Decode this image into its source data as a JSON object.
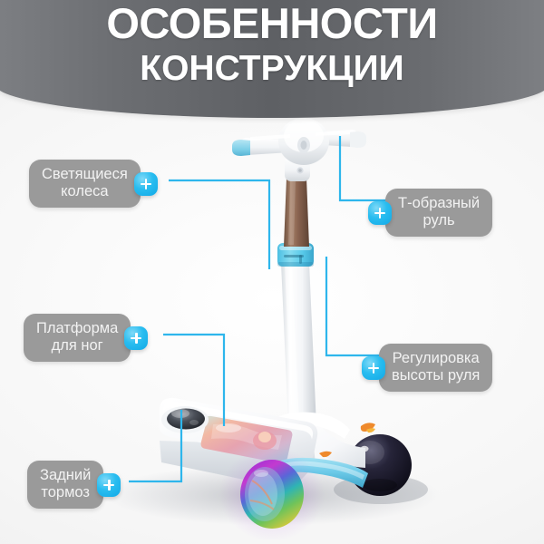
{
  "header": {
    "title_line1": "ОСОБЕННОСТИ",
    "title_line2": "КОНСТРУКЦИИ",
    "bg_color_dark": "#5e6064",
    "bg_color_light": "#7e8084",
    "text_color": "#ffffff"
  },
  "theme": {
    "page_bg": "#f7f7f7",
    "pill_bg": "#9a9a9a",
    "pill_text": "#f2f2f2",
    "accent_blue": "#29bdf0",
    "line_color": "#2eb6ec"
  },
  "callouts": [
    {
      "id": "glowing-wheels",
      "label": "Светящиеся\nколеса",
      "badge": "plus",
      "badge_side": "right",
      "position": "top-left"
    },
    {
      "id": "t-bar-handle",
      "label": "Т-образный\nруль",
      "badge": "plus",
      "badge_side": "left",
      "position": "top-right"
    },
    {
      "id": "foot-platform",
      "label": "Платформа\nдля ног",
      "badge": "plus",
      "badge_side": "right",
      "position": "mid-left"
    },
    {
      "id": "height-adjustment",
      "label": "Регулировка\nвысоты руля",
      "badge": "plus",
      "badge_side": "left",
      "position": "mid-right"
    },
    {
      "id": "rear-brake",
      "label": "Задний\nтормоз",
      "badge": "plus",
      "badge_side": "right",
      "position": "bottom-left"
    }
  ],
  "product": {
    "name": "kick-scooter",
    "colors": {
      "body_white": "#ffffff",
      "grip_blue": "#8fd8ec",
      "stem_bronze": "#8e6a55",
      "clamp_blue": "#5ecbe8",
      "front_axle_blue": "#5fc9e8",
      "rear_wheel_dark": "#1d1b2e",
      "glow_wheel": "rainbow"
    }
  }
}
